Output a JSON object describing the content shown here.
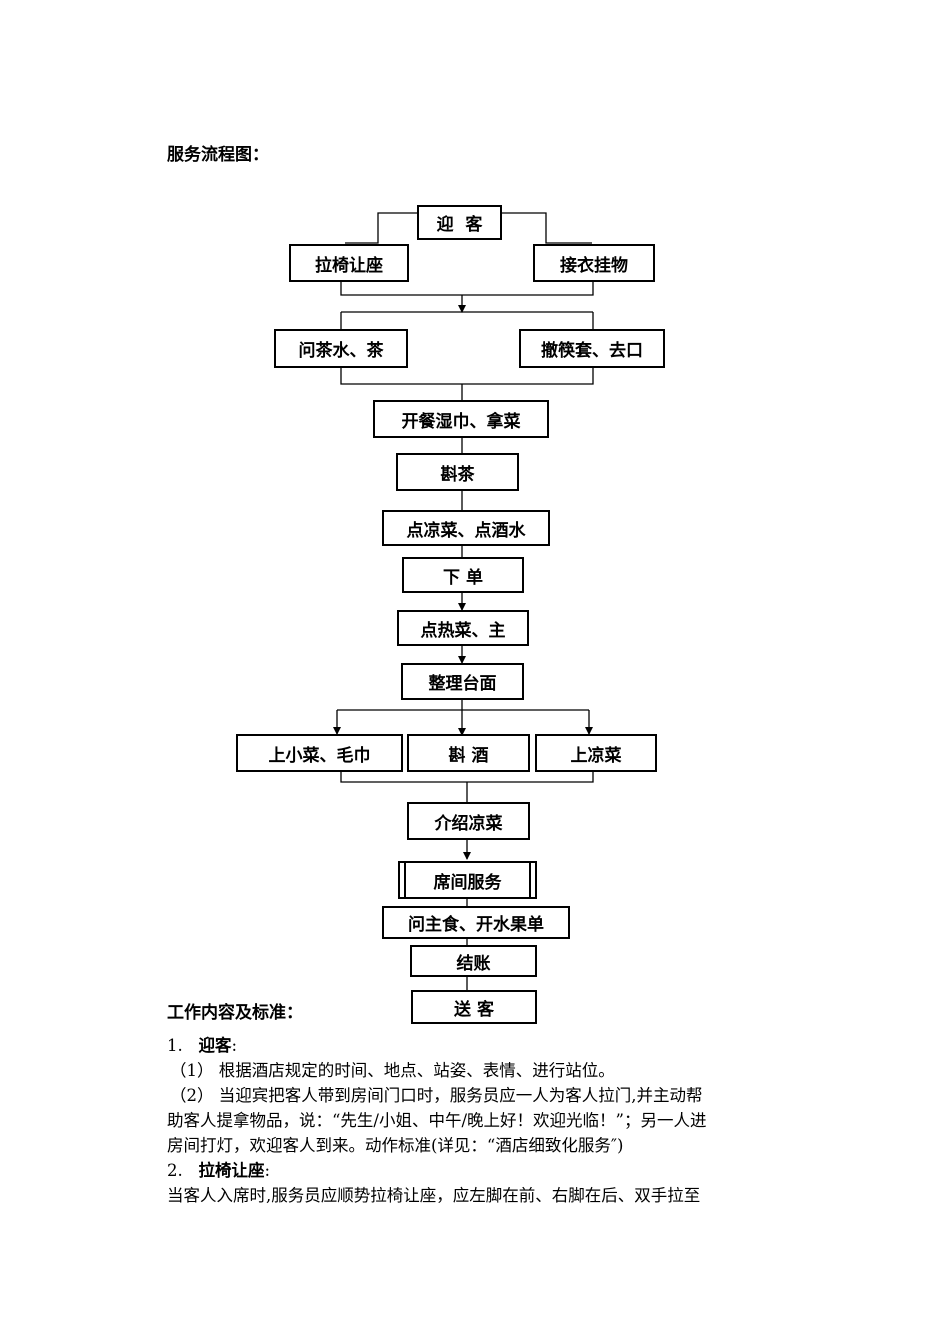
{
  "flow_title": "服务流程图：",
  "flow": {
    "welcome": "迎  客",
    "pull_chair": "拉椅让座",
    "take_coat": "接衣挂物",
    "ask_tea": "问茶水、茶",
    "remove_chopstick_sleeve": "撤筷套、去口",
    "open_towel_menu": "开餐湿巾、拿菜",
    "pour_tea": "斟茶",
    "order_cold_drinks": "点凉菜、点酒水",
    "place_order": "下 单",
    "order_hot_main": "点热菜、主",
    "tidy_table": "整理台面",
    "serve_snack_towel": "上小菜、毛巾",
    "pour_wine": "斟 酒",
    "serve_cold": "上凉菜",
    "introduce_cold": "介绍凉菜",
    "room_service": "席间服务",
    "ask_staple_fruit": "问主食、开水果单",
    "checkout": "结账",
    "see_off": "送 客"
  },
  "work_title": "工作内容及标准：",
  "sections": [
    {
      "num": "1.",
      "title": "迎客",
      "colon": ":",
      "lines": [
        "（1）  根据酒店规定的时间、地点、站姿、表情、进行站位。",
        "（2）  当迎宾把客人带到房间门口时，服务员应一人为客人拉门,并主动帮",
        "助客人提拿物品，说：“先生/小姐、中午/晚上好！欢迎光临！”；另一人进",
        "房间打灯，欢迎客人到来。动作标准(详见：“酒店细致化服务″)"
      ]
    },
    {
      "num": "2.",
      "title": "拉椅让座",
      "colon": ":",
      "lines": [
        "当客人入席时,服务员应顺势拉椅让座，应左脚在前、右脚在后、双手拉至"
      ]
    }
  ]
}
